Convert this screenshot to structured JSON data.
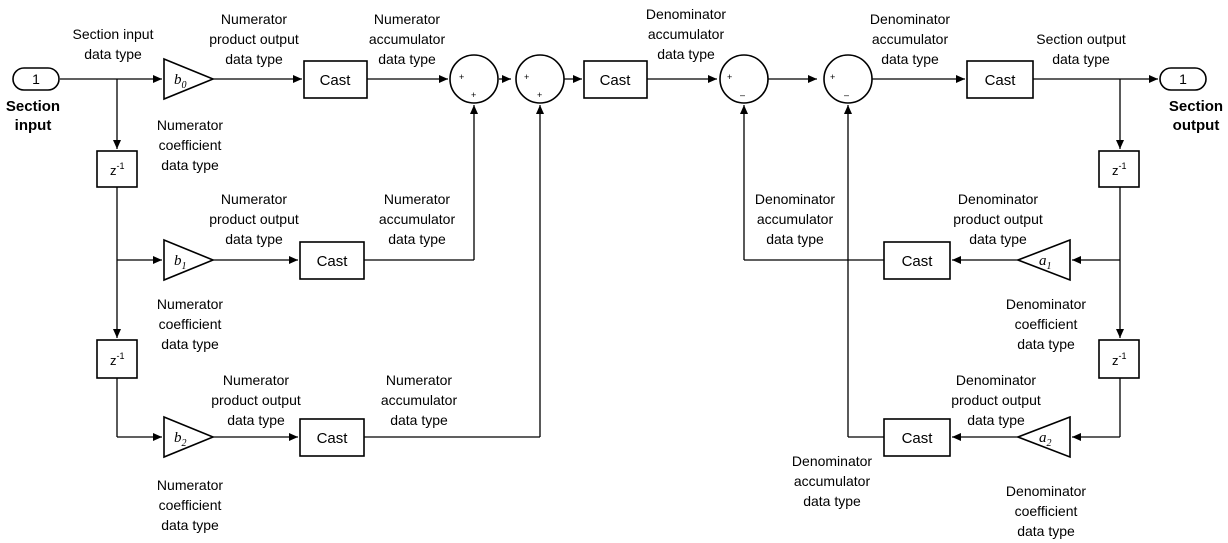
{
  "ports": {
    "input_number": "1",
    "output_number": "1",
    "input_label": [
      "Section",
      "input"
    ],
    "output_label": [
      "Section",
      "output"
    ]
  },
  "blocks": {
    "cast": "Cast",
    "delay": "z",
    "delay_exponent": "-1",
    "b0": {
      "symbol": "b",
      "subscript": "0"
    },
    "b1": {
      "symbol": "b",
      "subscript": "1"
    },
    "b2": {
      "symbol": "b",
      "subscript": "2"
    },
    "a1": {
      "symbol": "a",
      "subscript": "1"
    },
    "a2": {
      "symbol": "a",
      "subscript": "2"
    },
    "plus": "+",
    "minus": "–"
  },
  "labels": {
    "section_input_dt": [
      "Section input",
      "data type"
    ],
    "section_output_dt": [
      "Section output",
      "data type"
    ],
    "num_product_dt": [
      "Numerator",
      "product output",
      "data type"
    ],
    "num_accum_dt": [
      "Numerator",
      "accumulator",
      "data type"
    ],
    "num_coeff_dt": [
      "Numerator",
      "coefficient",
      "data type"
    ],
    "den_accum_dt": [
      "Denominator",
      "accumulator",
      "data type"
    ],
    "den_product_dt": [
      "Denominator",
      "product output",
      "data type"
    ],
    "den_coeff_dt": [
      "Denominator",
      "coefficient",
      "data type"
    ]
  }
}
